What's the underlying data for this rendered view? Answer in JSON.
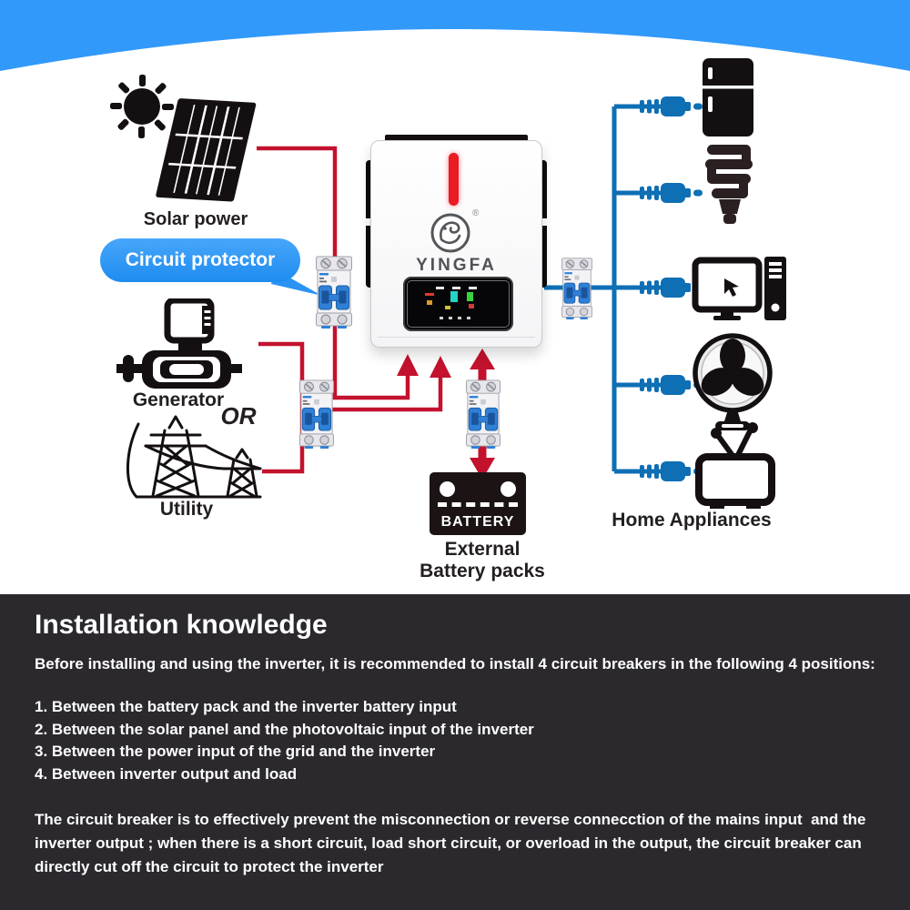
{
  "diagram": {
    "sources": {
      "solar_label": "Solar power",
      "generator_label": "Generator",
      "or_label": "OR",
      "utility_label": "Utility"
    },
    "protector": {
      "bubble_label": "Circuit protector"
    },
    "inverter": {
      "brand": "YINGFA",
      "registered_mark": "®"
    },
    "battery": {
      "block_label": "BATTERY",
      "caption_line1": "External",
      "caption_line2": "Battery packs"
    },
    "appliances": {
      "group_label": "Home Appliances"
    },
    "icons": {
      "sun-icon": "black sun with rays",
      "solar-panel-icon": "tilted solar panel grid",
      "generator-icon": "motor generator",
      "utility-icon": "power transmission towers",
      "circuit-breaker-icon": "2-pole miniature circuit breaker with blue toggles",
      "battery-icon": "black battery block",
      "plug-icon": "blue power plug",
      "fridge-icon": "refrigerator",
      "bulb-icon": "cfl spiral light bulb",
      "computer-icon": "desktop computer with tower",
      "fan-icon": "table fan",
      "tv-icon": "television with antenna",
      "brand-logo-icon": "YINGFA circular swirl logo",
      "led-strip-icon": "red status led bar"
    },
    "colors": {
      "header_blue": "#3199FA",
      "wire_red": "#C3122E",
      "wire_blue": "#0E6FB5",
      "bubble_blue": "#2F9BF8",
      "led_red": "#EA1B23",
      "footer_bg": "#2B282E",
      "icon_black": "#141011",
      "breaker_toggle_blue": "#2F80D6"
    }
  },
  "info": {
    "title": "Installation knowledge",
    "intro": "Before installing and using the inverter, it is recommended to install 4 circuit breakers in the following 4 positions:",
    "items": [
      "1. Between the battery pack and the inverter battery input",
      "2. Between the solar panel and the photovoltaic input of the inverter",
      "3. Between the power input of the grid and the inverter",
      "4. Between inverter output and load"
    ],
    "note": "The circuit breaker is to effectively prevent the misconnection or reverse connecction of the mains input  and the inverter output ; when there is a short circuit, load short circuit, or overload in the output, the circuit breaker can directly cut off the circuit to protect the inverter"
  }
}
